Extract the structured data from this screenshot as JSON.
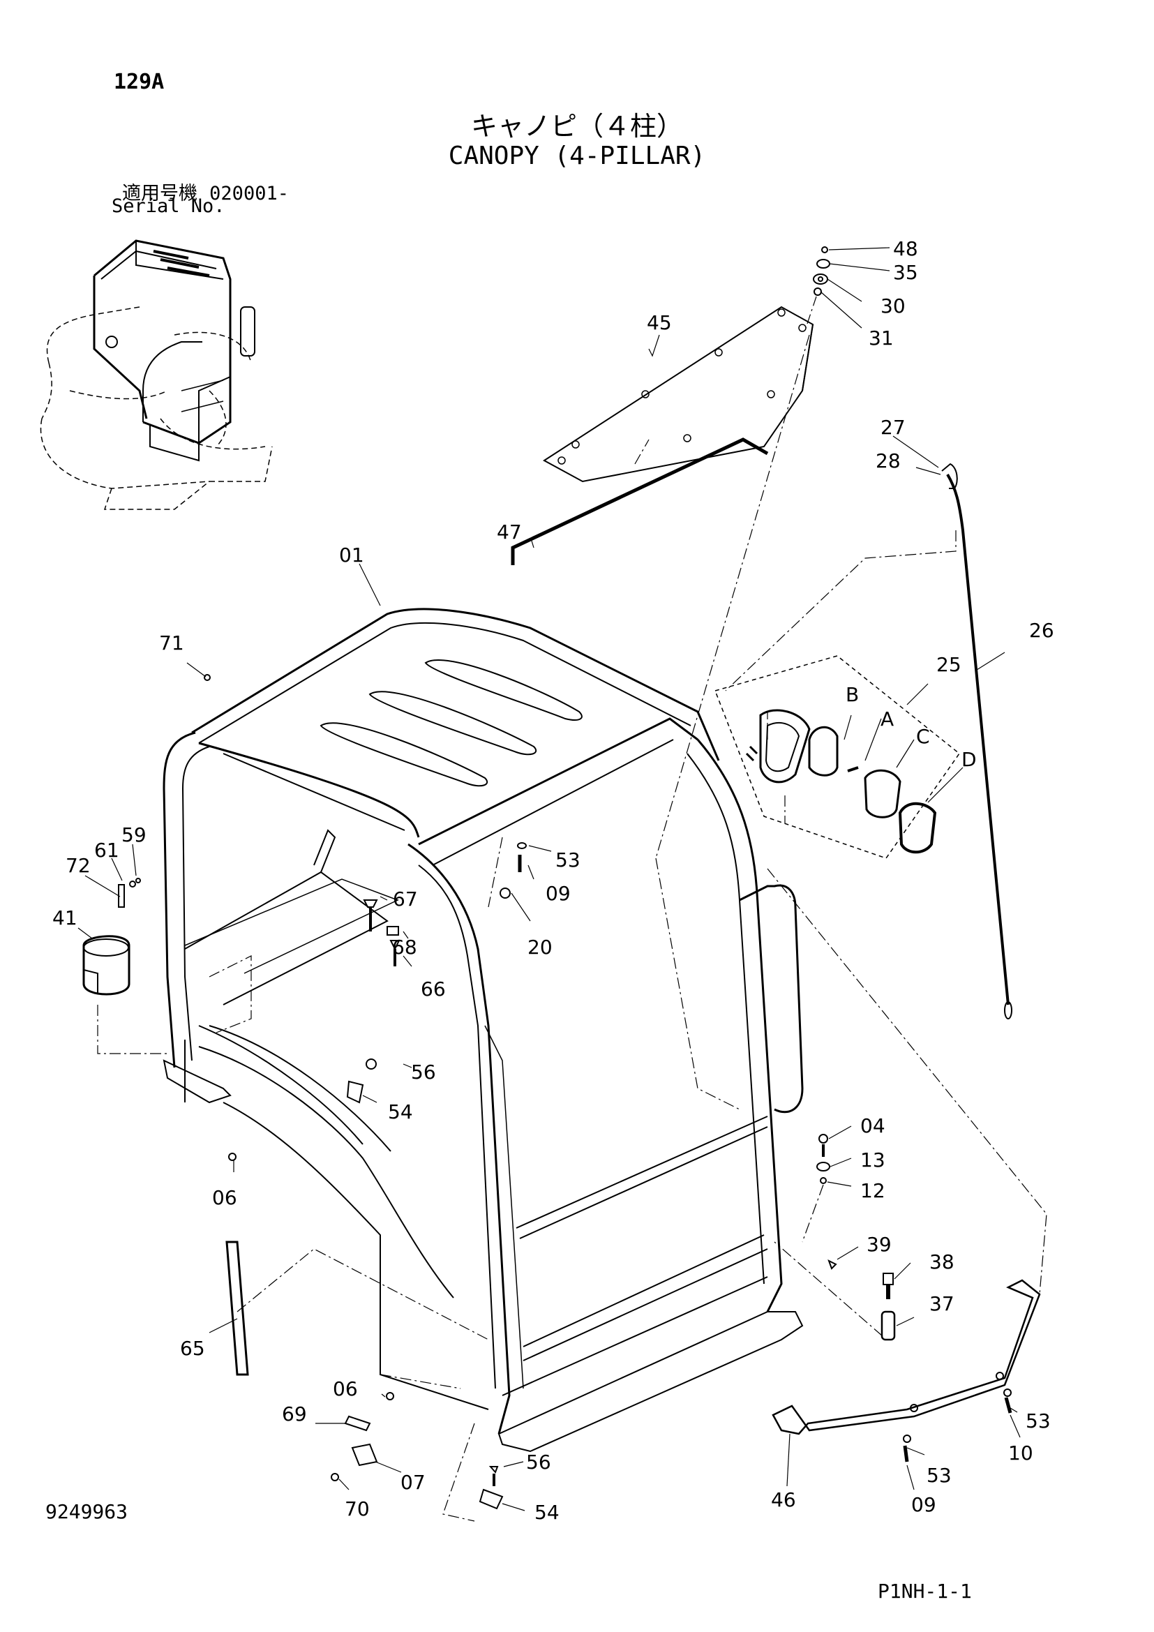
{
  "header": {
    "page_code": "129A",
    "title_jp": "キャノピ（４柱）",
    "title_en": "CANOPY (4-PILLAR)",
    "serial_label_jp": "適用号機",
    "serial_value": "020001-",
    "serial_label_en": "Serial No."
  },
  "footer": {
    "doc_number": "9249963",
    "page_ref": "P1NH-1-1"
  },
  "callouts": {
    "c48": "48",
    "c35": "35",
    "c30": "30",
    "c31": "31",
    "c45": "45",
    "c27": "27",
    "c28": "28",
    "c47": "47",
    "c01": "01",
    "c26": "26",
    "c71": "71",
    "c25": "25",
    "cB": "B",
    "cA": "A",
    "cC": "C",
    "cD": "D",
    "c59": "59",
    "c61": "61",
    "c72": "72",
    "c53a": "53",
    "c09a": "09",
    "c67": "67",
    "c41": "41",
    "c68": "68",
    "c20": "20",
    "c66": "66",
    "c56a": "56",
    "c54a": "54",
    "c04": "04",
    "c13": "13",
    "c12": "12",
    "c06a": "06",
    "c39": "39",
    "c38": "38",
    "c37": "37",
    "c65": "65",
    "c06b": "06",
    "c69": "69",
    "c53b": "53",
    "c10": "10",
    "c07": "07",
    "c56b": "56",
    "c53c": "53",
    "c70": "70",
    "c54b": "54",
    "c46": "46",
    "c09b": "09"
  }
}
